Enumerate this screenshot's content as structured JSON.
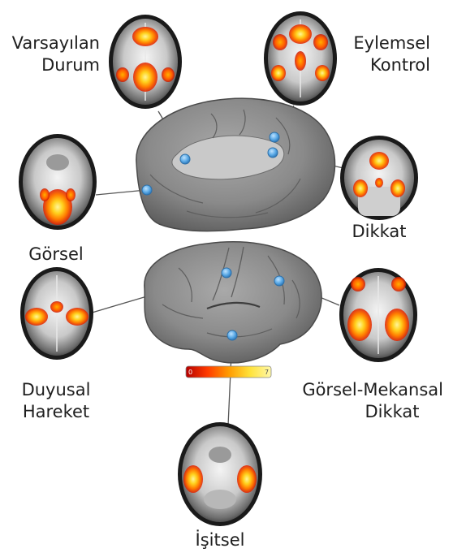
{
  "networks": {
    "default_mode": {
      "line1": "Varsayılan",
      "line2": "Durum"
    },
    "executive_control": {
      "line1": "Eylemsel",
      "line2": "Kontrol"
    },
    "visual": {
      "label": "Görsel"
    },
    "attention": {
      "label": "Dikkat"
    },
    "sensorimotor": {
      "line1": "Duyusal",
      "line2": "Hareket"
    },
    "visuospatial_attention": {
      "line1": "Görsel-Mekansal",
      "line2": "Dikkat"
    },
    "auditory": {
      "label": "İşitsel"
    }
  },
  "colorbar": {
    "min": "0",
    "max": "7",
    "colors": [
      "#b40000",
      "#ff3a00",
      "#ff9a00",
      "#ffe23a",
      "#fff8a8"
    ]
  },
  "colors": {
    "marker": "#5aa9e6",
    "activation_hot": "#ffe033",
    "activation_mid": "#ff8a00",
    "activation_low": "#e01e00"
  }
}
